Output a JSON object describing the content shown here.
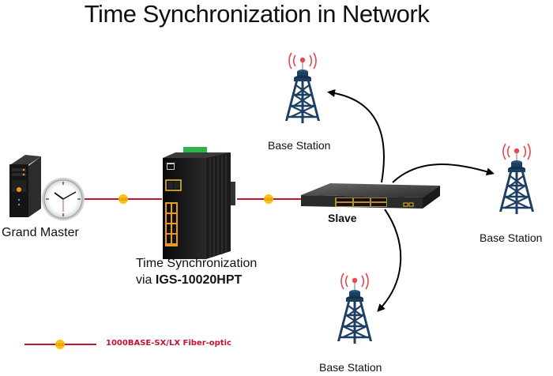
{
  "title": "Time Synchronization in Network",
  "nodes": {
    "grand_master": {
      "label": "Grand Master"
    },
    "switch": {
      "label_line1": "Time Synchronization",
      "label_prefix": "via ",
      "model": "IGS-10020HPT"
    },
    "slave": {
      "label": "Slave"
    },
    "base_station_top": {
      "label": "Base Station"
    },
    "base_station_right": {
      "label": "Base Station"
    },
    "base_station_bottom": {
      "label": "Base Station"
    }
  },
  "links": [
    {
      "from": "grand_master",
      "to": "switch",
      "type": "fiber",
      "badge": "1000"
    },
    {
      "from": "switch",
      "to": "slave",
      "type": "fiber",
      "badge": "1000"
    },
    {
      "from": "slave",
      "to": "base_station_top",
      "type": "arrow"
    },
    {
      "from": "slave",
      "to": "base_station_right",
      "type": "arrow"
    },
    {
      "from": "slave",
      "to": "base_station_bottom",
      "type": "arrow"
    }
  ],
  "legend": {
    "badge": "1000",
    "text": "1000BASE-SX/LX Fiber-optic"
  },
  "colors": {
    "fiber": "#c4122f",
    "badge": "#ffc20e",
    "tower": "#1d3f63",
    "signal": "#e8474f",
    "arrow": "#000000"
  }
}
